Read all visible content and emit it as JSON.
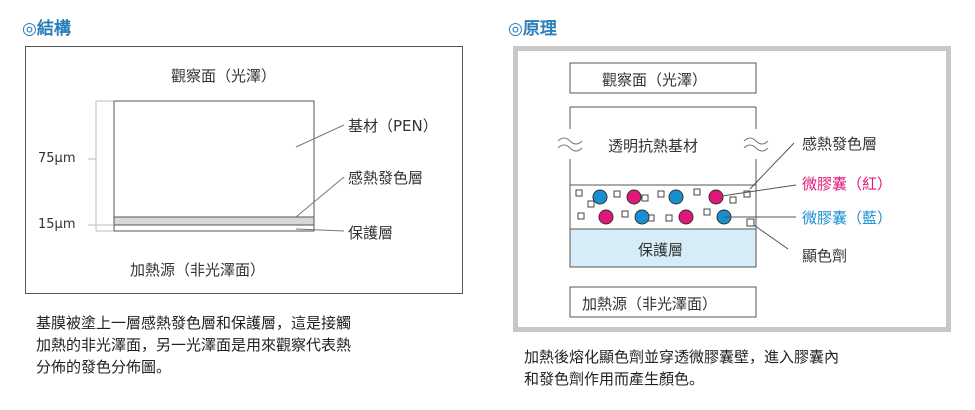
{
  "left": {
    "heading": "◎結構",
    "top_label": "觀察面（光澤）",
    "bottom_label": "加熱源（非光澤面）",
    "dim_75": "75μm",
    "dim_15": "15μm",
    "callouts": [
      "基材（PEN）",
      "感熱發色層",
      "保護層"
    ],
    "caption_lines": [
      "基膜被塗上一層感熱發色層和保護層，這是接觸",
      "加熱的非光澤面，另一光澤面是用來觀察代表熱",
      "分佈的發色分佈圖。"
    ]
  },
  "right": {
    "heading": "◎原理",
    "top_box": "觀察面（光澤）",
    "base_label": "透明抗熱基材",
    "protect_label": "保護層",
    "bottom_box": "加熱源（非光澤面）",
    "callouts": [
      {
        "text": "感熱發色層",
        "color": "#333333"
      },
      {
        "text": "微膠囊（紅）",
        "color": "#e0187a"
      },
      {
        "text": "微膠囊（藍）",
        "color": "#1a8fd0"
      },
      {
        "text": "顯色劑",
        "color": "#333333"
      }
    ],
    "caption_lines": [
      "加熱後熔化顯色劑並穿透微膠囊壁，進入膠囊內",
      "和發色劑作用而產生顏色。"
    ]
  },
  "colors": {
    "heading": "#2a7fb8",
    "red_capsule": "#e0187a",
    "blue_capsule": "#1a8fd0",
    "protect_fill": "#d6ecf7"
  }
}
